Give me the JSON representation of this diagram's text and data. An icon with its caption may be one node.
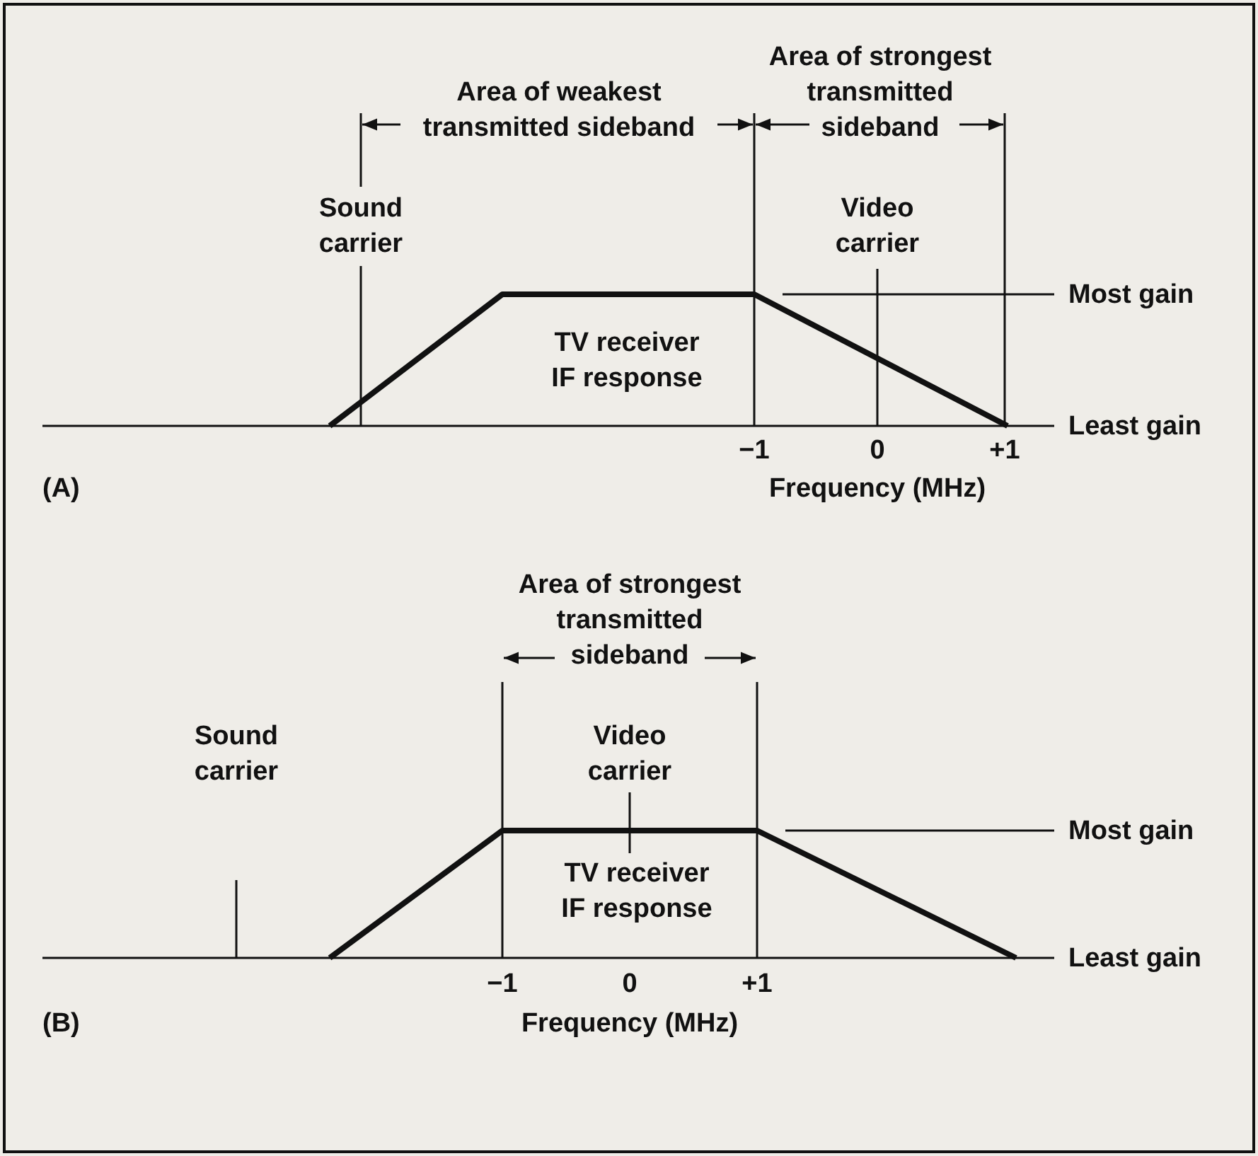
{
  "diagram": {
    "labels": [
      "Area of strongest transmitted sideband",
      "Area of weakest transmitted sideband",
      "Sound carrier",
      "Video carrier",
      "Most gain",
      "TV receiver IF response",
      "Least gain",
      "−1",
      "0",
      "+1",
      "(A)",
      "Frequency (MHz)",
      "Area of strongest transmitted sideband",
      "Sound carrier",
      "Video carrier",
      "Most gain",
      "TV receiver IF response",
      "Least gain",
      "−1",
      "0",
      "+1",
      "(B)",
      "Frequency (MHz)"
    ]
  }
}
